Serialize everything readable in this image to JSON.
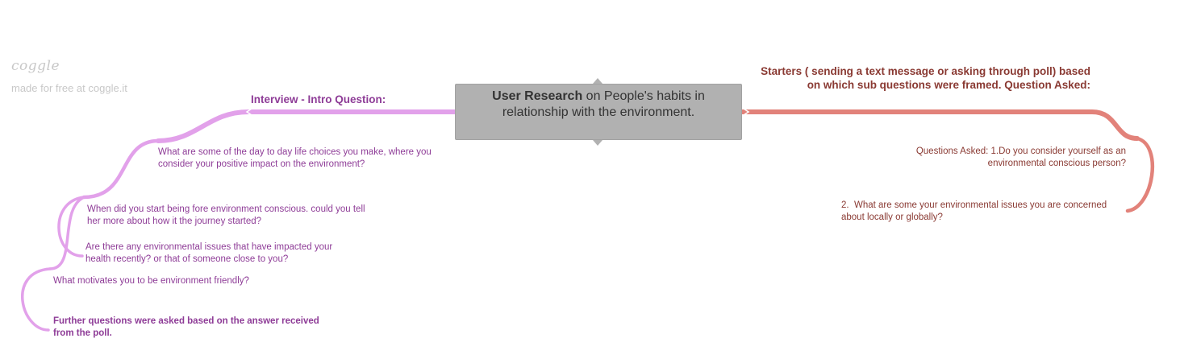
{
  "watermark": {
    "logo": "coggle",
    "tagline": "made for free at coggle.it"
  },
  "central": {
    "title_bold": "User Research",
    "title_rest": " on People's habits in relationship with the environment."
  },
  "left_branch": {
    "color": "#e2a1ea",
    "title": "Interview - Intro Question:",
    "children": [
      "What are some of the day to day life choices you make, where you consider your positive impact on the environment?",
      "When did you start being fore environment conscious. could you tell her more about how it the journey started?",
      "Are there any environmental issues that have impacted your health recently? or that of someone close to you?",
      "What motivates you to be environment friendly?",
      "Further questions were asked based on the answer received from the poll."
    ]
  },
  "right_branch": {
    "color": "#e2827a",
    "title": "Starters ( sending a text message or asking through poll) based on which sub questions were framed. Question Asked:",
    "children": [
      "Questions Asked: 1.Do you consider yourself as an environmental conscious person?",
      "2.  What are some your environmental issues you are concerned about locally or globally?"
    ]
  }
}
